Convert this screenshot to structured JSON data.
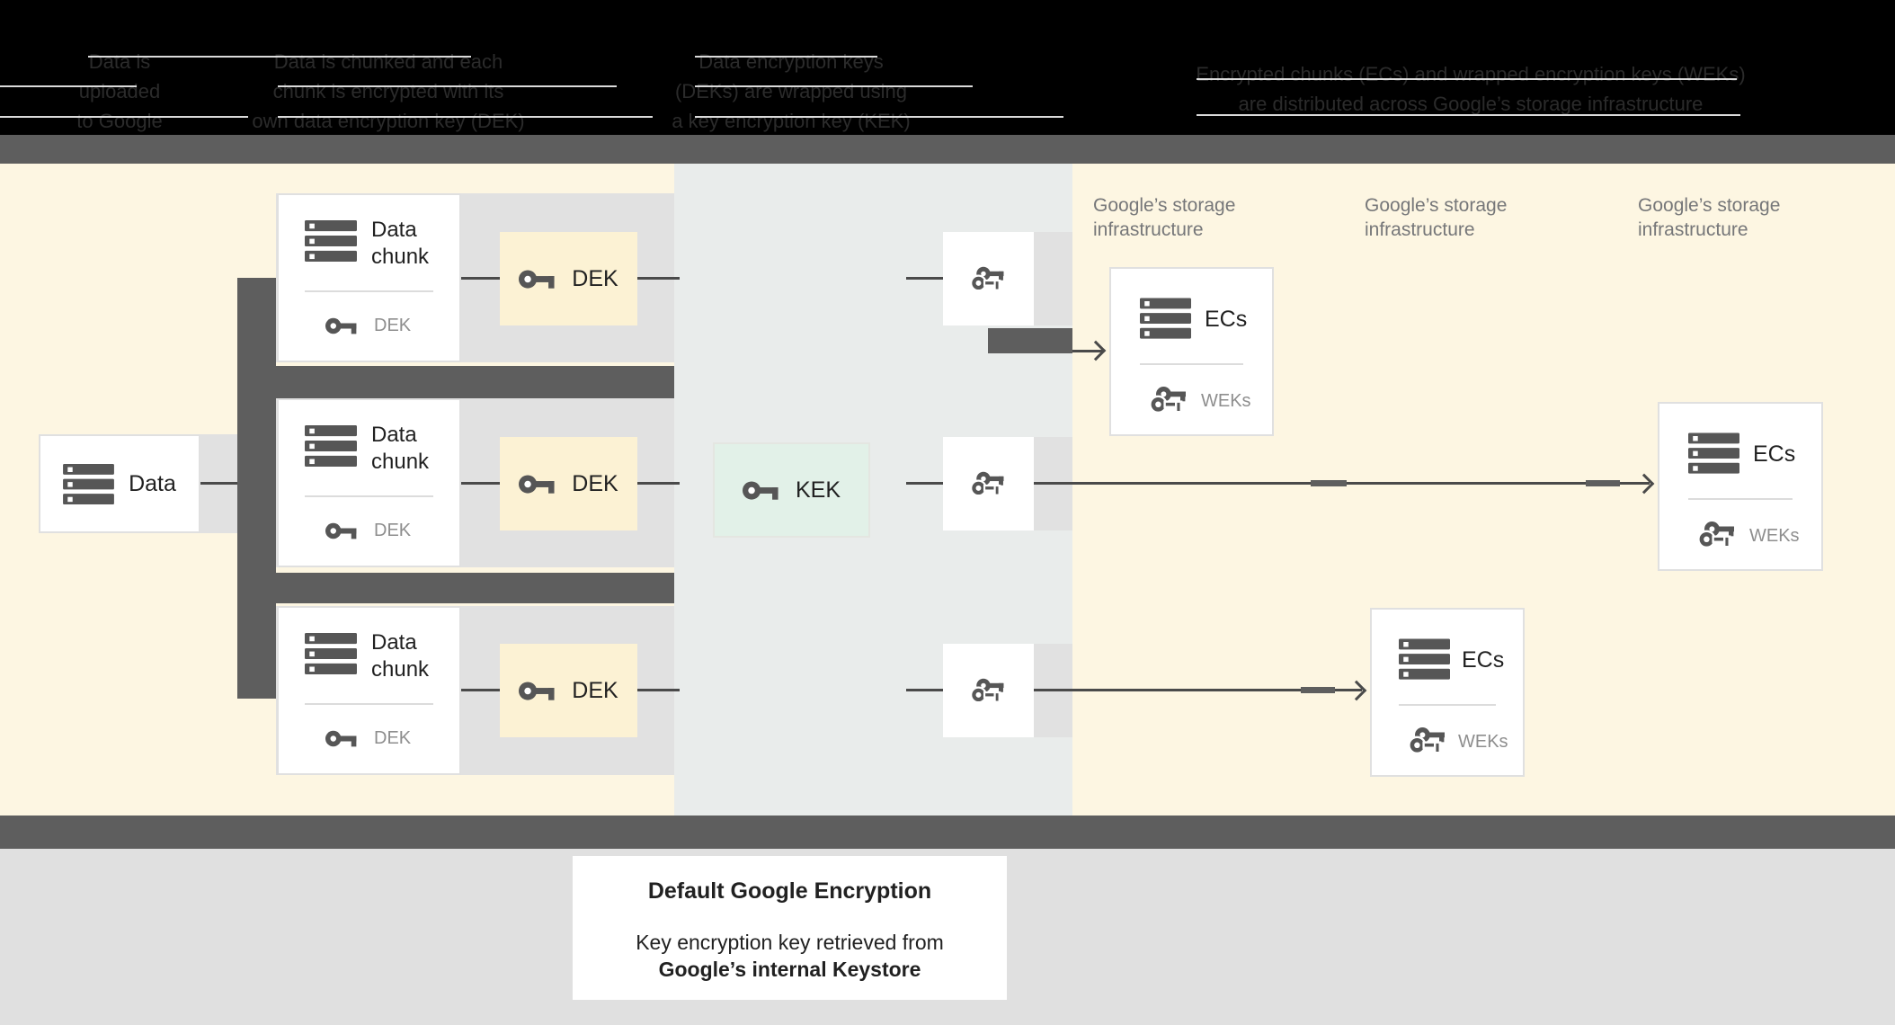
{
  "header": {
    "steps": [
      {
        "lines": [
          "Data is",
          "uploaded",
          "to Google"
        ]
      },
      {
        "lines": [
          "Data is chunked and each",
          "chunk is encrypted with its",
          "own data encryption key (DEK)"
        ]
      },
      {
        "lines": [
          "Data encryption keys",
          "(DEKs) are wrapped using",
          "a key encryption key (KEK)"
        ]
      },
      {
        "lines": [
          "Encrypted chunks (ECs) and wrapped encryption keys (WEKs)",
          "are distributed across Google’s storage infrastructure"
        ]
      }
    ]
  },
  "diagram": {
    "data_box": {
      "label": "Data"
    },
    "chunk_cards": [
      {
        "title": "Data chunk",
        "key_label": "DEK"
      },
      {
        "title": "Data chunk",
        "key_label": "DEK"
      },
      {
        "title": "Data chunk",
        "key_label": "DEK"
      }
    ],
    "dek_chips": [
      {
        "label": "DEK"
      },
      {
        "label": "DEK"
      },
      {
        "label": "DEK"
      }
    ],
    "kek_chip": {
      "label": "KEK"
    },
    "storage_labels": [
      {
        "lines": [
          "Google’s storage",
          "infrastructure"
        ]
      },
      {
        "lines": [
          "Google’s storage",
          "infrastructure"
        ]
      },
      {
        "lines": [
          "Google’s storage",
          "infrastructure"
        ]
      }
    ],
    "ec_cards": [
      {
        "title": "ECs",
        "key_label": "WEKs"
      },
      {
        "title": "ECs",
        "key_label": "WEKs"
      },
      {
        "title": "ECs",
        "key_label": "WEKs"
      }
    ]
  },
  "footer": {
    "title": "Default Google Encryption",
    "line1": "Key encryption key retrieved from",
    "line2": "Google’s internal Keystore"
  },
  "icons": {
    "storage-icon": "three stacked data bars with square dots",
    "key-icon": "single round-head key",
    "double-key-icon": "two stacked keys (wrapped keys)"
  },
  "colors": {
    "canvas_cream": "#fdf6e2",
    "kek_zone": "#e9eceb",
    "chip_cream": "#fcf2d4",
    "kek_mint": "#e2f1e8",
    "pipe_gray": "#5e5e5e",
    "connector": "#4a4a4a",
    "panel_gray": "#e1e1e1",
    "card_border": "#e0e0e0",
    "text_dark": "#212121",
    "text_muted": "#8e8e8e",
    "label_gray": "#767779",
    "header_bg": "#000000",
    "header_text": "#2b2b2b"
  }
}
